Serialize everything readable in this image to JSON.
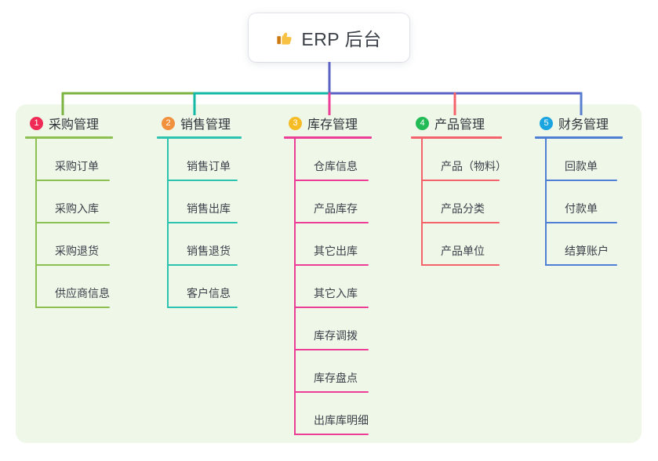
{
  "root": {
    "icon": "thumbs-up-icon",
    "title": "ERP 后台"
  },
  "colors": {
    "panel_bg": "#eff7e9",
    "page_bg": "#ffffff",
    "root_stem": "#5a62c4",
    "bus_segments": [
      "#7cb342",
      "#14b8a6",
      "#5a62c4",
      "#5a62c4"
    ]
  },
  "columns": [
    {
      "number": "1",
      "title": "采购管理",
      "badge_color": "#ef2b55",
      "line_color": "#8cc152",
      "drop_color": "#7cb342",
      "items": [
        {
          "label": "采购订单"
        },
        {
          "label": "采购入库"
        },
        {
          "label": "采购退货"
        },
        {
          "label": "供应商信息"
        }
      ]
    },
    {
      "number": "2",
      "title": "销售管理",
      "badge_color": "#f2913d",
      "line_color": "#2cc4b0",
      "drop_color": "#14b8a6",
      "items": [
        {
          "label": "销售订单"
        },
        {
          "label": "销售出库"
        },
        {
          "label": "销售退货"
        },
        {
          "label": "客户信息"
        }
      ]
    },
    {
      "number": "3",
      "title": "库存管理",
      "badge_color": "#f5bc25",
      "line_color": "#ee3d96",
      "drop_color": "#ee3d96",
      "items": [
        {
          "label": "仓库信息"
        },
        {
          "label": "产品库存"
        },
        {
          "label": "其它出库"
        },
        {
          "label": "其它入库"
        },
        {
          "label": "库存调拨"
        },
        {
          "label": "库存盘点"
        },
        {
          "label": "出库库明细"
        }
      ]
    },
    {
      "number": "4",
      "title": "产品管理",
      "badge_color": "#22bb55",
      "line_color": "#f4626b",
      "drop_color": "#f4626b",
      "items": [
        {
          "label": "产品（物料）"
        },
        {
          "label": "产品分类"
        },
        {
          "label": "产品单位"
        }
      ]
    },
    {
      "number": "5",
      "title": "财务管理",
      "badge_color": "#1ba5e0",
      "line_color": "#4f7fd4",
      "drop_color": "#5a7fd0",
      "items": [
        {
          "label": "回款单"
        },
        {
          "label": "付款单"
        },
        {
          "label": "结算账户"
        }
      ]
    }
  ]
}
